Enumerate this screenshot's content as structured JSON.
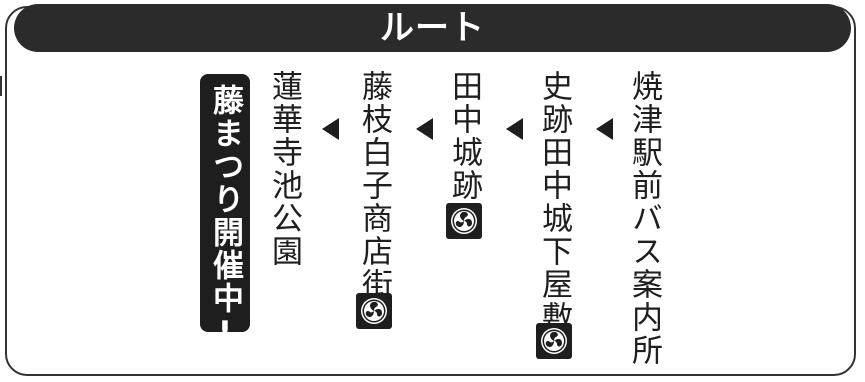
{
  "header": {
    "title": "ルート"
  },
  "route": {
    "stops": [
      {
        "label": "焼津駅前バス案内所"
      },
      {
        "label": "史跡田中城下屋敷"
      },
      {
        "label": "田中城跡"
      },
      {
        "label": "藤枝白子商店街"
      },
      {
        "label": "蓮華寺池公園"
      }
    ],
    "badge": {
      "label": "藤まつり開催中!"
    },
    "crest_icon": "mitsudomoe-crest-icon",
    "arrow_icon": "triangle-left-icon"
  }
}
